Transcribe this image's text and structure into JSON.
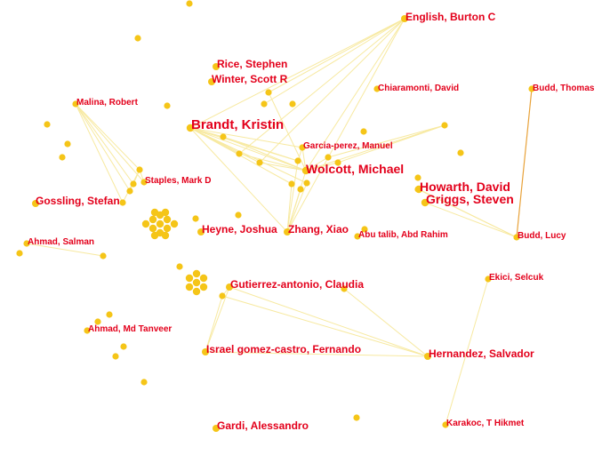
{
  "colors": {
    "node": "#f5c518",
    "edge_light": "#f7e9a0",
    "edge_dark": "#e8a23a",
    "label": "#e3001b"
  },
  "nodes": [
    {
      "id": "english",
      "label": "English, Burton C",
      "size": "m"
    },
    {
      "id": "rice",
      "label": "Rice, Stephen",
      "size": "m"
    },
    {
      "id": "winter",
      "label": "Winter, Scott R",
      "size": "m"
    },
    {
      "id": "chiaramonti",
      "label": "Chiaramonti, David",
      "size": "s"
    },
    {
      "id": "budd_t",
      "label": "Budd, Thomas",
      "size": "s"
    },
    {
      "id": "malina",
      "label": "Malina, Robert",
      "size": "s"
    },
    {
      "id": "brandt",
      "label": "Brandt, Kristin",
      "size": "l"
    },
    {
      "id": "garcia",
      "label": "Garcia-perez, Manuel",
      "size": "s"
    },
    {
      "id": "wolcott",
      "label": "Wolcott, Michael",
      "size": "l"
    },
    {
      "id": "staples",
      "label": "Staples, Mark D",
      "size": "s"
    },
    {
      "id": "howarth",
      "label": "Howarth, David",
      "size": "l"
    },
    {
      "id": "gossling",
      "label": "Gossling, Stefan",
      "size": "m"
    },
    {
      "id": "griggs",
      "label": "Griggs, Steven",
      "size": "l"
    },
    {
      "id": "heyne",
      "label": "Heyne, Joshua",
      "size": "m"
    },
    {
      "id": "zhang",
      "label": "Zhang, Xiao",
      "size": "m"
    },
    {
      "id": "abutalib",
      "label": "Abu talib, Abd Rahim",
      "size": "s"
    },
    {
      "id": "budd_l",
      "label": "Budd, Lucy",
      "size": "s"
    },
    {
      "id": "ahmad_s",
      "label": "Ahmad, Salman",
      "size": "s"
    },
    {
      "id": "ekici",
      "label": "Ekici, Selcuk",
      "size": "s"
    },
    {
      "id": "gutierrez",
      "label": "Gutierrez-antonio, Claudia",
      "size": "m"
    },
    {
      "id": "ahmad_md",
      "label": "Ahmad, Md Tanveer",
      "size": "s"
    },
    {
      "id": "israel",
      "label": "Israel gomez-castro, Fernando",
      "size": "m"
    },
    {
      "id": "hernandez",
      "label": "Hernandez, Salvador",
      "size": "m"
    },
    {
      "id": "karakoc",
      "label": "Karakoc, T Hikmet",
      "size": "s"
    },
    {
      "id": "gardi",
      "label": "Gardi, Alessandro",
      "size": "m"
    }
  ]
}
